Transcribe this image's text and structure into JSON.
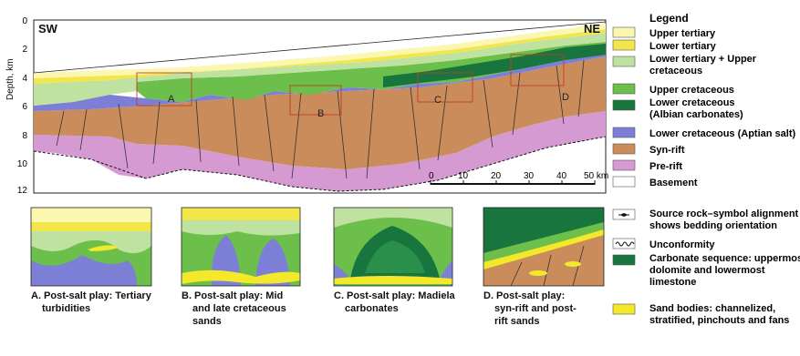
{
  "section": {
    "left_label": "SW",
    "right_label": "NE",
    "depth_axis_label": "Depth, km",
    "depth_ticks": [
      "0",
      "2",
      "4",
      "6",
      "8",
      "10",
      "12"
    ],
    "play_markers": [
      "A",
      "B",
      "C",
      "D"
    ],
    "scale_ticks": [
      "0",
      "10",
      "20",
      "30",
      "40",
      "50 km"
    ]
  },
  "legend": {
    "title": "Legend",
    "items": [
      {
        "label": "Upper tertiary",
        "color": "#fbf6b0"
      },
      {
        "label": "Lower tertiary",
        "color": "#f2e64b"
      },
      {
        "label": "Lower tertiary + Upper cretaceous",
        "color": "#bfe2a0"
      },
      {
        "label": "Upper cretaceous",
        "color": "#6cbf4a"
      },
      {
        "label": "Lower cretaceous (Albian carbonates)",
        "color": "#17753d"
      },
      {
        "label": "Lower cretaceous (Aptian salt)",
        "color": "#7d7fd6"
      },
      {
        "label": "Syn-rift",
        "color": "#c98c5a"
      },
      {
        "label": "Pre-rift",
        "color": "#d69ad3"
      },
      {
        "label": "Basement",
        "color": "#ffffff"
      }
    ],
    "symbols": [
      {
        "label": "Source rock–symbol alignment shows bedding orientation",
        "icon": "source-rock-symbol"
      },
      {
        "label": "Unconformity",
        "icon": "wavy-line"
      },
      {
        "label": "Carbonate sequence: uppermost dolomite and lowermost limestone",
        "icon": "carbonate-swatch",
        "color": "#17753d"
      },
      {
        "label": "Sand bodies: channelized, stratified, pinchouts and fans",
        "icon": "sand-swatch",
        "color": "#f4e82a"
      }
    ]
  },
  "panels": [
    {
      "caption": "A. Post-salt play: Tertiary turbidities"
    },
    {
      "caption": "B. Post-salt play: Mid and late cretaceous sands"
    },
    {
      "caption": "C. Post-salt play: Madiela carbonates"
    },
    {
      "caption": "D. Post-salt play: syn-rift and post-rift sands"
    }
  ]
}
